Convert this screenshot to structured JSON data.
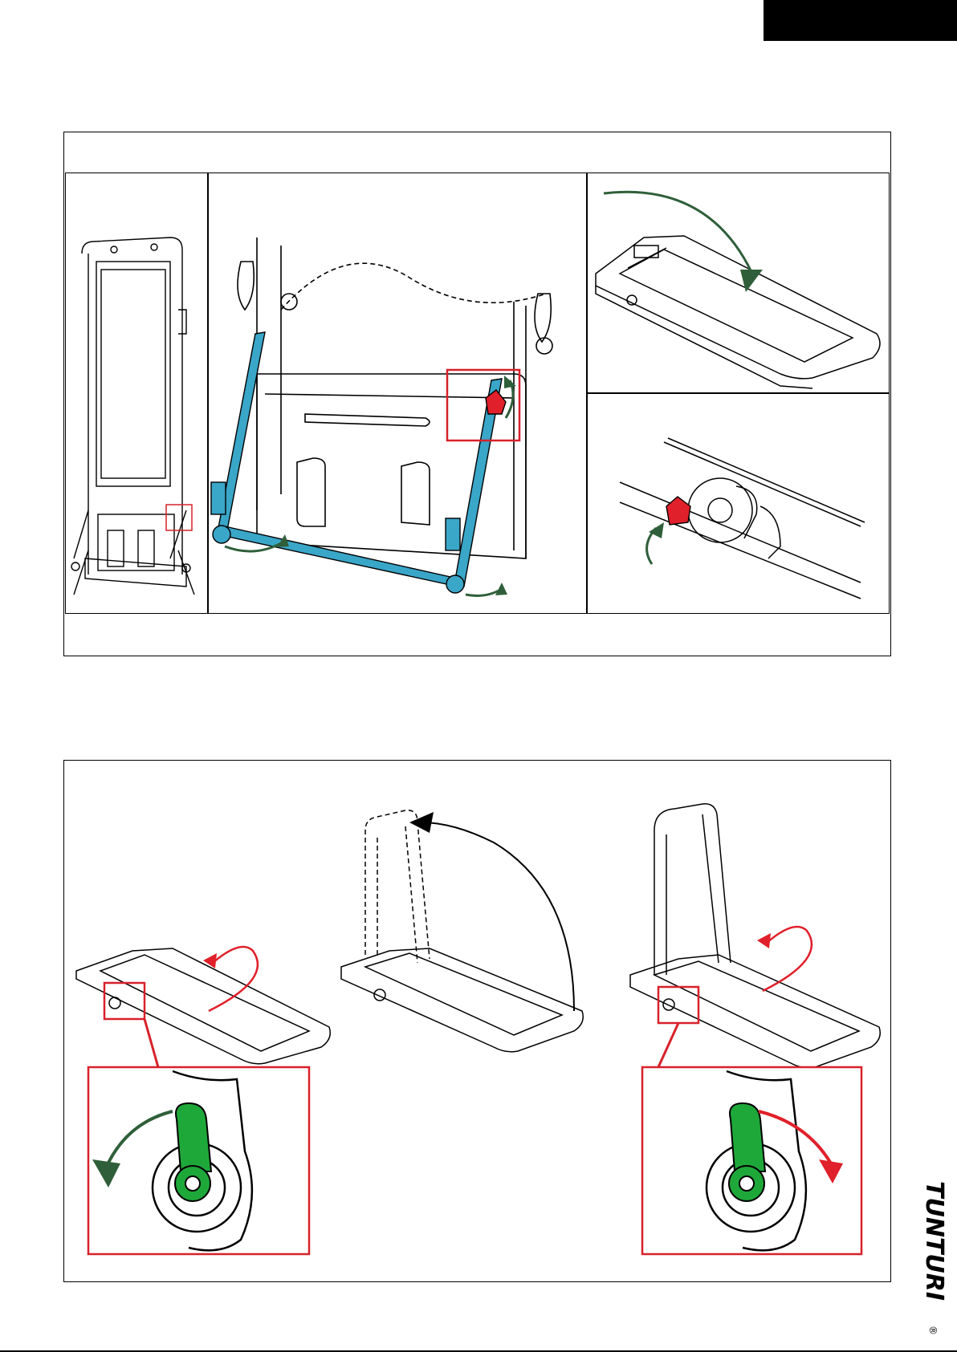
{
  "brand": {
    "logo_text": "TUNTURI",
    "registered_mark": "®"
  },
  "colors": {
    "tab": "#000000",
    "cyan_part": "#3aa6c8",
    "red_knob": "#e0202a",
    "green_arrow": "#2f5f3a",
    "red_arrow": "#e0202a",
    "green_part": "#1fa83a",
    "callout_red": "#d8212a"
  },
  "icons": [
    "folded-treadmill-illustration",
    "transport-wheels-illustration",
    "treadmill-fold-down-illustration",
    "knob-lock-illustration",
    "handle-lock-open-illustration",
    "handlebar-raise-illustration",
    "handle-lock-close-illustration"
  ]
}
